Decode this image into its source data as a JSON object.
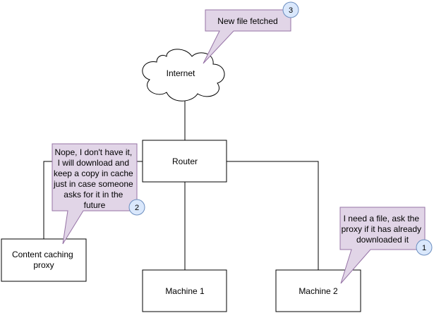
{
  "nodes": {
    "internet": {
      "label": "Internet"
    },
    "router": {
      "label": "Router"
    },
    "proxy": {
      "lines": [
        "Content caching",
        "proxy"
      ]
    },
    "machine1": {
      "label": "Machine 1"
    },
    "machine2": {
      "label": "Machine 2"
    }
  },
  "callouts": {
    "fetched": {
      "lines": [
        "New file fetched"
      ],
      "step": "3"
    },
    "proxy_reply": {
      "lines": [
        "Nope, I don't have it,",
        "I will download and",
        "keep a copy in cache",
        "just in case someone",
        "asks for it in the",
        "future"
      ],
      "step": "2"
    },
    "request": {
      "lines": [
        "I need a file, ask the",
        "proxy if it has already",
        "downloaded it"
      ],
      "step": "1"
    }
  },
  "colors": {
    "callout_fill": "#e1d5e7",
    "callout_stroke": "#9673a6",
    "badge_fill": "#dae8fc",
    "badge_stroke": "#6c8ebf",
    "line": "#000000"
  }
}
